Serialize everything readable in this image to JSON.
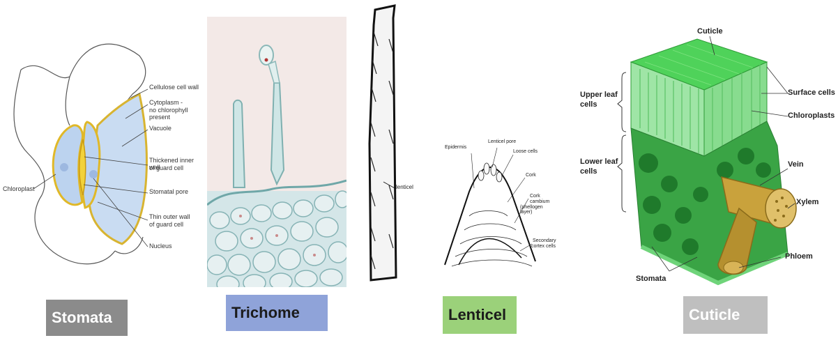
{
  "captions": {
    "stomata": "Stomata",
    "trichome": "Trichome",
    "lenticel": "Lenticel",
    "cuticle": "Cuticle"
  },
  "stomata_labels": {
    "cellulose": "Cellulose cell wall",
    "cytoplasm_1": "Cytoplasm -",
    "cytoplasm_2": "no chlorophyll present",
    "vacuole": "Vacuole",
    "thickened_1": "Thickened inner wall",
    "thickened_2": "of guard cell",
    "pore": "Stomatal pore",
    "thin_1": "Thin outer wall",
    "thin_2": "of guard cell",
    "nucleus": "Nucleus",
    "chloroplast": "Chloroplast"
  },
  "lenticel_labels": {
    "side": "lenticel",
    "epidermis": "Epidermis",
    "pore": "Lenticel pore",
    "loose": "Loose cells",
    "cork": "Cork",
    "cambium_1": "Cork",
    "cambium_2": "cambium",
    "cambium_3": "(phellogen layer)",
    "secondary_1": "Secondary",
    "secondary_2": "cortex cells"
  },
  "cuticle_labels": {
    "cuticle": "Cuticle",
    "upper_1": "Upper leaf",
    "upper_2": "cells",
    "lower_1": "Lower leaf",
    "lower_2": "cells",
    "surface": "Surface cells",
    "chloroplasts": "Chloroplasts",
    "vein": "Vein",
    "xylem": "Xylem",
    "phloem": "Phloem",
    "stomata": "Stomata"
  },
  "colors": {
    "guard_cell_wall": "#e8c22a",
    "vacuole_blue": "#c9dcf2",
    "caption_gray": "#8b8b8b",
    "caption_blue": "#8fa3d9",
    "caption_green": "#9bd17a",
    "caption_light": "#bfbfbf",
    "leaf_green": "#4fc455",
    "vein_gold": "#c9a23c"
  }
}
